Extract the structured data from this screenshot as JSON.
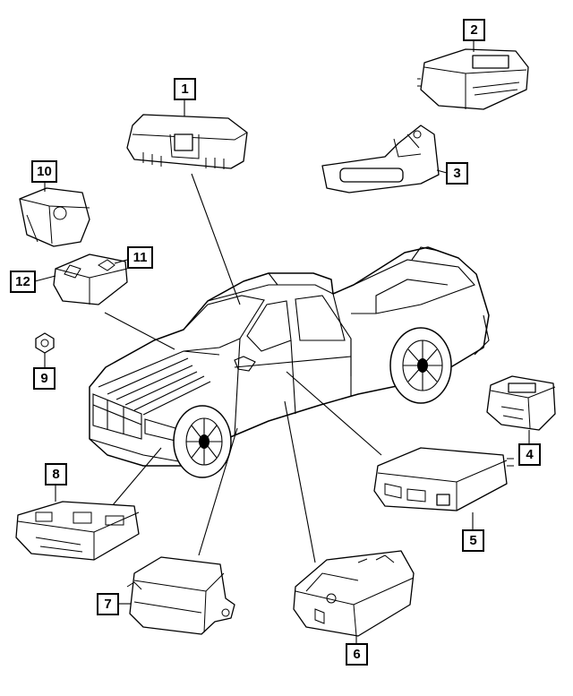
{
  "callouts": [
    "1",
    "2",
    "3",
    "4",
    "5",
    "6",
    "7",
    "8",
    "9",
    "10",
    "11",
    "12"
  ],
  "labels": {
    "module2": "",
    "module3": ""
  }
}
